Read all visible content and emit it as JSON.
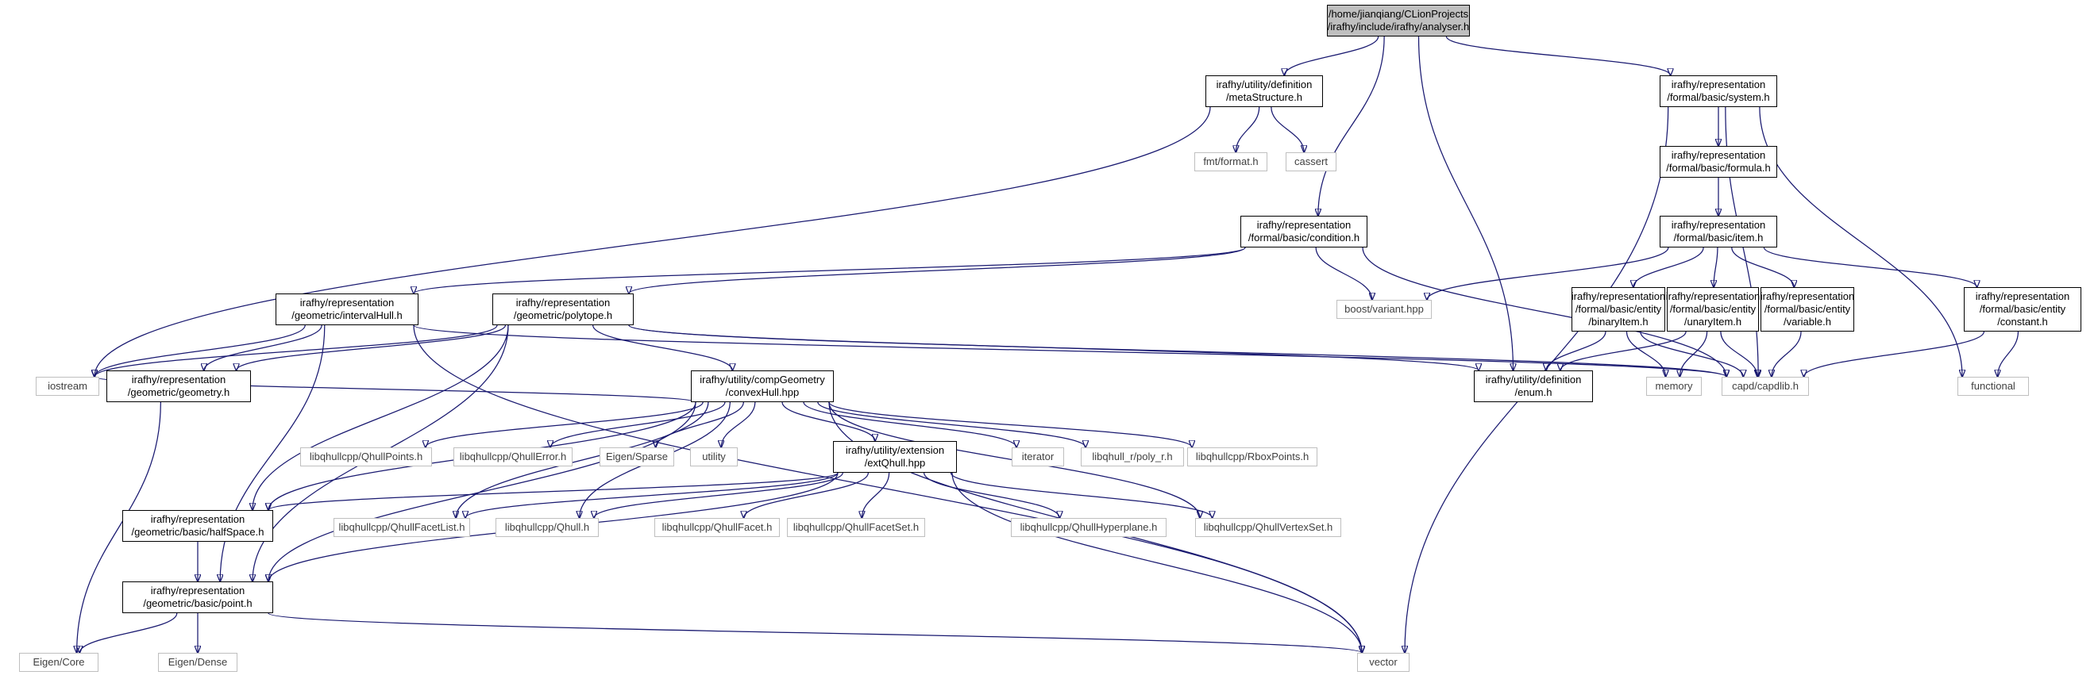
{
  "title": "/home/jianqiang/CLionProjects/irafhy/include/irafhy/analyser.h",
  "colors": {
    "edge": "#191970",
    "root_fill": "#bfbfbf",
    "internal_border": "#000000",
    "external_border": "#bfbfbf",
    "external_text": "#404040"
  },
  "nodes": {
    "analyser": {
      "kind": "root",
      "lines": [
        "/home/jianqiang/CLionProjects",
        "/irafhy/include/irafhy/analyser.h"
      ]
    },
    "metaStructure": {
      "kind": "internal",
      "lines": [
        "irafhy/utility/definition",
        "/metaStructure.h"
      ]
    },
    "system": {
      "kind": "internal",
      "lines": [
        "irafhy/representation",
        "/formal/basic/system.h"
      ]
    },
    "fmtformat": {
      "kind": "external",
      "lines": [
        "fmt/format.h"
      ]
    },
    "cassert": {
      "kind": "external",
      "lines": [
        "cassert"
      ]
    },
    "formula": {
      "kind": "internal",
      "lines": [
        "irafhy/representation",
        "/formal/basic/formula.h"
      ]
    },
    "condition": {
      "kind": "internal",
      "lines": [
        "irafhy/representation",
        "/formal/basic/condition.h"
      ]
    },
    "item": {
      "kind": "internal",
      "lines": [
        "irafhy/representation",
        "/formal/basic/item.h"
      ]
    },
    "intervalHull": {
      "kind": "internal",
      "lines": [
        "irafhy/representation",
        "/geometric/intervalHull.h"
      ]
    },
    "polytope": {
      "kind": "internal",
      "lines": [
        "irafhy/representation",
        "/geometric/polytope.h"
      ]
    },
    "boostvariant": {
      "kind": "external",
      "lines": [
        "boost/variant.hpp"
      ]
    },
    "binaryItem": {
      "kind": "internal",
      "lines": [
        "irafhy/representation",
        "/formal/basic/entity",
        "/binaryItem.h"
      ]
    },
    "unaryItem": {
      "kind": "internal",
      "lines": [
        "irafhy/representation",
        "/formal/basic/entity",
        "/unaryItem.h"
      ]
    },
    "variable": {
      "kind": "internal",
      "lines": [
        "irafhy/representation",
        "/formal/basic/entity",
        "/variable.h"
      ]
    },
    "constant": {
      "kind": "internal",
      "lines": [
        "irafhy/representation",
        "/formal/basic/entity",
        "/constant.h"
      ]
    },
    "iostream": {
      "kind": "external",
      "lines": [
        "iostream"
      ]
    },
    "geometry": {
      "kind": "internal",
      "lines": [
        "irafhy/representation",
        "/geometric/geometry.h"
      ]
    },
    "convexHull": {
      "kind": "internal",
      "lines": [
        "irafhy/utility/compGeometry",
        "/convexHull.hpp"
      ]
    },
    "enumh": {
      "kind": "internal",
      "lines": [
        "irafhy/utility/definition",
        "/enum.h"
      ]
    },
    "memory": {
      "kind": "external",
      "lines": [
        "memory"
      ]
    },
    "capdlib": {
      "kind": "external",
      "lines": [
        "capd/capdlib.h"
      ]
    },
    "functional": {
      "kind": "external",
      "lines": [
        "functional"
      ]
    },
    "QhullPoints": {
      "kind": "external",
      "lines": [
        "libqhullcpp/QhullPoints.h"
      ]
    },
    "QhullError": {
      "kind": "external",
      "lines": [
        "libqhullcpp/QhullError.h"
      ]
    },
    "EigenSparse": {
      "kind": "external",
      "lines": [
        "Eigen/Sparse"
      ]
    },
    "utility": {
      "kind": "external",
      "lines": [
        "utility"
      ]
    },
    "extQhull": {
      "kind": "internal",
      "lines": [
        "irafhy/utility/extension",
        "/extQhull.hpp"
      ]
    },
    "iterator": {
      "kind": "external",
      "lines": [
        "iterator"
      ]
    },
    "polyr": {
      "kind": "external",
      "lines": [
        "libqhull_r/poly_r.h"
      ]
    },
    "RboxPoints": {
      "kind": "external",
      "lines": [
        "libqhullcpp/RboxPoints.h"
      ]
    },
    "halfSpace": {
      "kind": "internal",
      "lines": [
        "irafhy/representation",
        "/geometric/basic/halfSpace.h"
      ]
    },
    "QhullFacetList": {
      "kind": "external",
      "lines": [
        "libqhullcpp/QhullFacetList.h"
      ]
    },
    "Qhullh": {
      "kind": "external",
      "lines": [
        "libqhullcpp/Qhull.h"
      ]
    },
    "QhullFacet": {
      "kind": "external",
      "lines": [
        "libqhullcpp/QhullFacet.h"
      ]
    },
    "QhullFacetSet": {
      "kind": "external",
      "lines": [
        "libqhullcpp/QhullFacetSet.h"
      ]
    },
    "QhullHyperplane": {
      "kind": "external",
      "lines": [
        "libqhullcpp/QhullHyperplane.h"
      ]
    },
    "QhullVertexSet": {
      "kind": "external",
      "lines": [
        "libqhullcpp/QhullVertexSet.h"
      ]
    },
    "point": {
      "kind": "internal",
      "lines": [
        "irafhy/representation",
        "/geometric/basic/point.h"
      ]
    },
    "EigenCore": {
      "kind": "external",
      "lines": [
        "Eigen/Core"
      ]
    },
    "EigenDense": {
      "kind": "external",
      "lines": [
        "Eigen/Dense"
      ]
    },
    "vector": {
      "kind": "external",
      "lines": [
        "vector"
      ]
    }
  },
  "edges": [
    [
      "analyser",
      "metaStructure"
    ],
    [
      "analyser",
      "system"
    ],
    [
      "analyser",
      "condition"
    ],
    [
      "analyser",
      "enumh"
    ],
    [
      "metaStructure",
      "fmtformat"
    ],
    [
      "metaStructure",
      "cassert"
    ],
    [
      "metaStructure",
      "iostream"
    ],
    [
      "system",
      "formula"
    ],
    [
      "system",
      "vector"
    ],
    [
      "system",
      "capdlib"
    ],
    [
      "system",
      "functional"
    ],
    [
      "formula",
      "item"
    ],
    [
      "item",
      "boostvariant"
    ],
    [
      "item",
      "binaryItem"
    ],
    [
      "item",
      "unaryItem"
    ],
    [
      "item",
      "variable"
    ],
    [
      "item",
      "constant"
    ],
    [
      "binaryItem",
      "enumh"
    ],
    [
      "binaryItem",
      "memory"
    ],
    [
      "binaryItem",
      "capdlib"
    ],
    [
      "unaryItem",
      "enumh"
    ],
    [
      "unaryItem",
      "memory"
    ],
    [
      "unaryItem",
      "capdlib"
    ],
    [
      "variable",
      "capdlib"
    ],
    [
      "constant",
      "capdlib"
    ],
    [
      "constant",
      "functional"
    ],
    [
      "condition",
      "intervalHull"
    ],
    [
      "condition",
      "polytope"
    ],
    [
      "condition",
      "boostvariant"
    ],
    [
      "condition",
      "capdlib"
    ],
    [
      "intervalHull",
      "iostream"
    ],
    [
      "intervalHull",
      "geometry"
    ],
    [
      "intervalHull",
      "point"
    ],
    [
      "intervalHull",
      "capdlib"
    ],
    [
      "intervalHull",
      "vector"
    ],
    [
      "polytope",
      "iostream"
    ],
    [
      "polytope",
      "geometry"
    ],
    [
      "polytope",
      "convexHull"
    ],
    [
      "polytope",
      "halfSpace"
    ],
    [
      "polytope",
      "point"
    ],
    [
      "polytope",
      "enumh"
    ],
    [
      "polytope",
      "capdlib"
    ],
    [
      "geometry",
      "EigenCore"
    ],
    [
      "convexHull",
      "QhullPoints"
    ],
    [
      "convexHull",
      "QhullError"
    ],
    [
      "convexHull",
      "EigenSparse"
    ],
    [
      "convexHull",
      "utility"
    ],
    [
      "convexHull",
      "extQhull"
    ],
    [
      "convexHull",
      "iterator"
    ],
    [
      "convexHull",
      "polyr"
    ],
    [
      "convexHull",
      "RboxPoints"
    ],
    [
      "convexHull",
      "halfSpace"
    ],
    [
      "convexHull",
      "QhullFacetList"
    ],
    [
      "convexHull",
      "Qhullh"
    ],
    [
      "convexHull",
      "QhullVertexSet"
    ],
    [
      "convexHull",
      "point"
    ],
    [
      "convexHull",
      "vector"
    ],
    [
      "convexHull",
      "iostream"
    ],
    [
      "extQhull",
      "halfSpace"
    ],
    [
      "extQhull",
      "QhullFacetList"
    ],
    [
      "extQhull",
      "Qhullh"
    ],
    [
      "extQhull",
      "QhullFacet"
    ],
    [
      "extQhull",
      "QhullFacetSet"
    ],
    [
      "extQhull",
      "QhullHyperplane"
    ],
    [
      "extQhull",
      "QhullVertexSet"
    ],
    [
      "extQhull",
      "point"
    ],
    [
      "extQhull",
      "vector"
    ],
    [
      "halfSpace",
      "point"
    ],
    [
      "point",
      "EigenCore"
    ],
    [
      "point",
      "EigenDense"
    ],
    [
      "point",
      "vector"
    ]
  ]
}
